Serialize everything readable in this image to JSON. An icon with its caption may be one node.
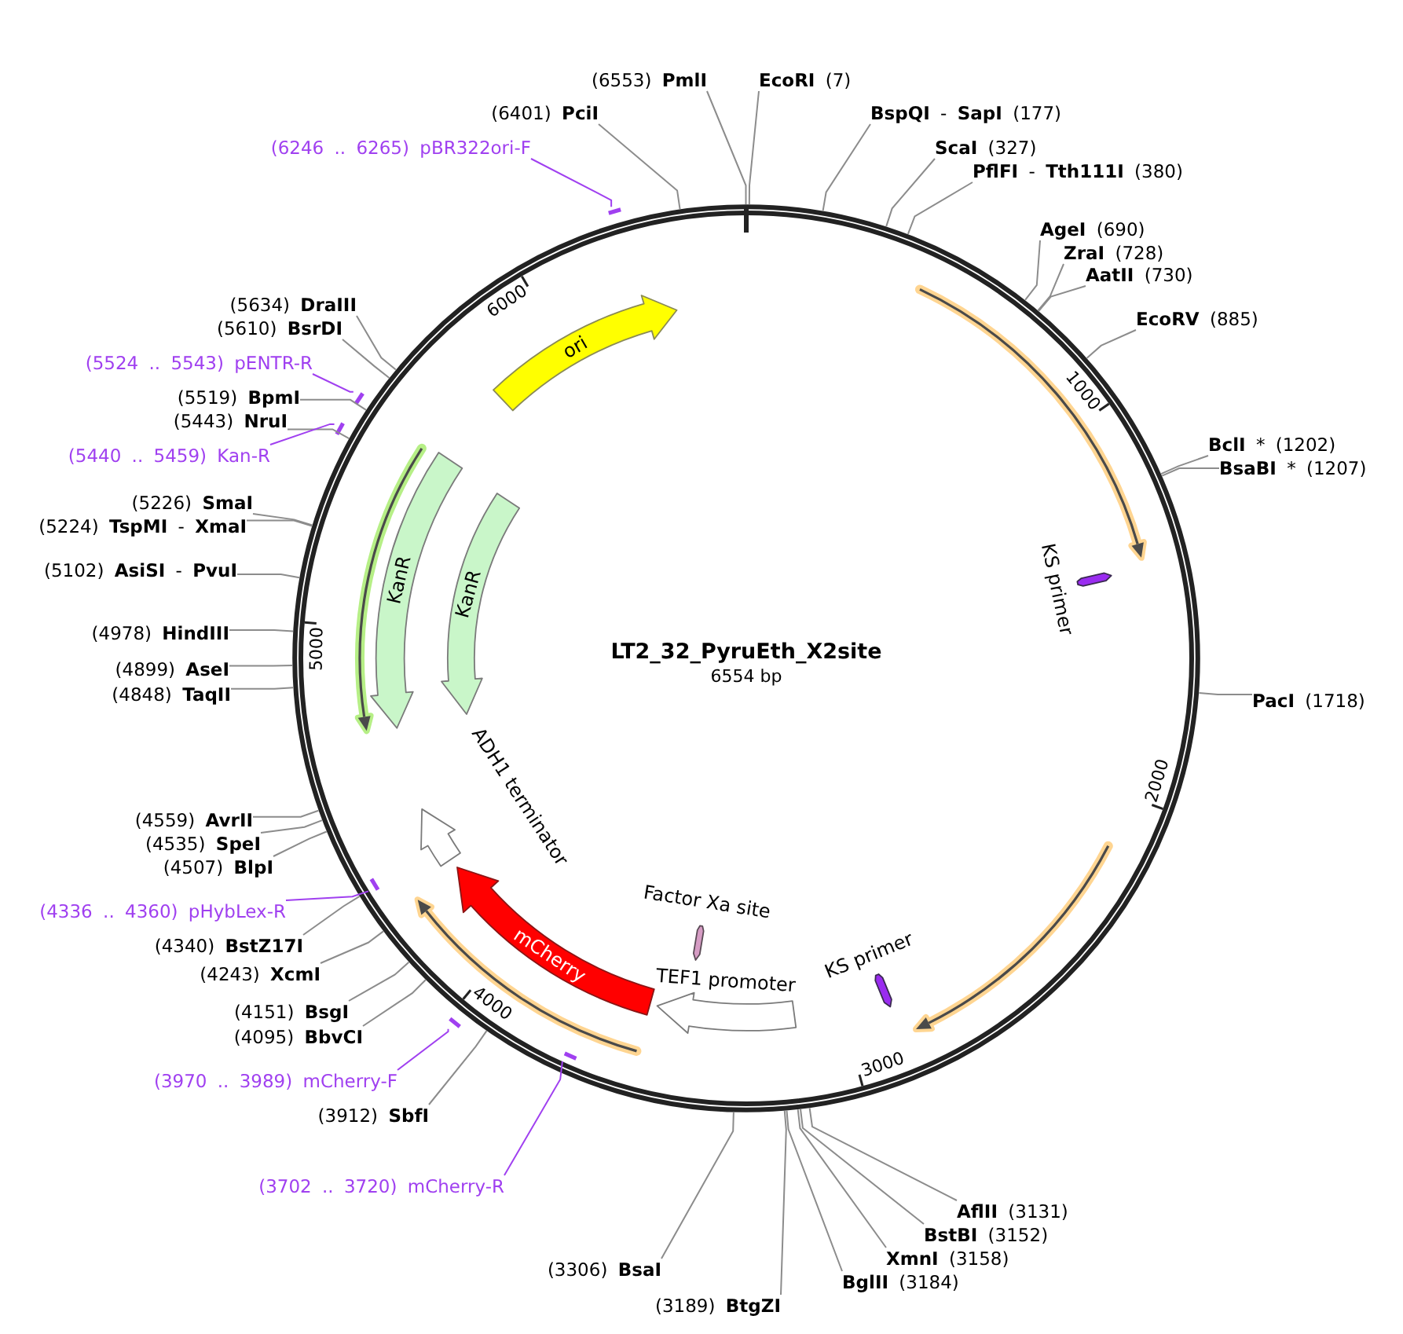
{
  "diagram": {
    "nodes": [
      {
        "text": [
          "LT2_32_PyruEth_X2site",
          "6554 bp"
        ]
      },
      {
        "text": [
          "ori"
        ],
        "in": 0
      },
      {
        "text": [
          "KanR"
        ],
        "in": 0
      },
      {
        "text": [
          "KanR"
        ],
        "in": 0
      },
      {
        "text": [
          "KS primer"
        ],
        "in": 0
      },
      {
        "text": [
          "ADH1 terminator"
        ],
        "in": 0
      },
      {
        "text": [
          "mCherry"
        ],
        "in": 0
      },
      {
        "text": [
          "Factor Xa site"
        ],
        "in": 0
      },
      {
        "text": [
          "TEF1 promoter"
        ],
        "in": 0
      },
      {
        "text": [
          "KS primer"
        ],
        "in": 0
      },
      {
        "text": [
          "(6553) **PmlI**"
        ]
      },
      {
        "text": [
          "**EcoRI** (7)"
        ]
      },
      {
        "text": [
          "(6401) **PciI**"
        ]
      },
      {
        "text": [
          "**BspQI** - **SapI** (177)"
        ]
      },
      {
        "text": [
          "(6246 .. 6265) pBR322ori-F"
        ]
      },
      {
        "text": [
          "**ScaI** (327)"
        ]
      },
      {
        "text": [
          "**PflFI** - **Tth111I** (380)"
        ]
      },
      {
        "text": [
          "**AgeI** (690)"
        ]
      },
      {
        "text": [
          "**ZraI** (728)"
        ]
      },
      {
        "text": [
          "**AatII** (730)"
        ]
      },
      {
        "text": [
          "(5634) **DraIII**"
        ]
      },
      {
        "text": [
          "**EcoRV** (885)"
        ]
      },
      {
        "text": [
          "(5610) **BsrDI**"
        ]
      },
      {
        "text": [
          "(5524 .. 5543) pENTR-R"
        ]
      },
      {
        "text": [
          "(5519) **BpmI**"
        ]
      },
      {
        "text": [
          "(5443) **NruI**"
        ]
      },
      {
        "text": [
          "**BclI** * (1202)"
        ]
      },
      {
        "text": [
          "(5440 .. 5459) Kan-R"
        ]
      },
      {
        "text": [
          "**BsaBI** * (1207)"
        ]
      },
      {
        "text": [
          "(5226) **SmaI**"
        ]
      },
      {
        "text": [
          "(5224) **TspMI** - **XmaI**"
        ]
      },
      {
        "text": [
          "(5102) **AsiSI** - **PvuI**"
        ]
      },
      {
        "text": [
          "(4978) **HindIII**"
        ]
      },
      {
        "text": [
          "(4899) **AseI**"
        ]
      },
      {
        "text": [
          "(4848) **TaqII**"
        ]
      },
      {
        "text": [
          "**PacI** (1718)"
        ]
      },
      {
        "text": [
          "(4559) **AvrII**"
        ]
      },
      {
        "text": [
          "(4535) **SpeI**"
        ]
      },
      {
        "text": [
          "(4507) **BlpI**"
        ]
      },
      {
        "text": [
          "(4336 .. 4360) pHybLex-R"
        ]
      },
      {
        "text": [
          "(4340) **BstZ17I**"
        ]
      },
      {
        "text": [
          "(4243) **XcmI**"
        ]
      },
      {
        "text": [
          "(4151) **BsgI**"
        ]
      },
      {
        "text": [
          "(4095) **BbvCI**"
        ]
      },
      {
        "text": [
          "(3970 .. 3989) mCherry-F"
        ]
      },
      {
        "text": [
          "(3912) **SbfI**"
        ]
      },
      {
        "text": [
          "(3702 .. 3720) mCherry-R"
        ]
      },
      {
        "text": [
          "**AflII** (3131)"
        ]
      },
      {
        "text": [
          "**BstBI** (3152)"
        ]
      },
      {
        "text": [
          "**XmnI** (3158)"
        ]
      },
      {
        "text": [
          "(3306) **BsaI**"
        ]
      },
      {
        "text": [
          "**BglII** (3184)"
        ]
      },
      {
        "text": [
          "(3189) **BtgZI**"
        ]
      },
      {
        "text": [],
        "shape": "bar"
      },
      {
        "text": [],
        "shape": "bar"
      },
      {
        "text": [],
        "shape": "bar"
      },
      {
        "text": [],
        "shape": "bar",
        "in": 0
      },
      {
        "text": [],
        "shape": "bar"
      },
      {
        "text": [],
        "shape": "bar",
        "in": 0
      }
    ],
    "edges": [
      {
        "from": 10,
        "to": 0,
        "arrow": "none"
      },
      {
        "from": 11,
        "to": 0,
        "arrow": "none"
      },
      {
        "from": 12,
        "to": 0,
        "arrow": "none"
      },
      {
        "from": 13,
        "to": 0,
        "arrow": "none"
      },
      {
        "from": 14,
        "to": 53,
        "arrow": "none",
        "color": "#a040f0"
      },
      {
        "from": 15,
        "to": 0,
        "arrow": "none"
      },
      {
        "from": 16,
        "to": 0,
        "arrow": "none"
      },
      {
        "from": 17,
        "to": 0,
        "arrow": "none"
      },
      {
        "from": 18,
        "to": 0,
        "arrow": "none"
      },
      {
        "from": 19,
        "to": 0,
        "arrow": "none"
      },
      {
        "from": 20,
        "to": 0,
        "arrow": "none"
      },
      {
        "from": 21,
        "to": 0,
        "arrow": "none"
      },
      {
        "from": 22,
        "to": 0,
        "arrow": "none"
      },
      {
        "from": 23,
        "to": 54,
        "arrow": "none",
        "color": "#a040f0"
      },
      {
        "from": 24,
        "to": 0,
        "arrow": "none"
      },
      {
        "from": 25,
        "to": 0,
        "arrow": "none"
      },
      {
        "from": 26,
        "to": 0,
        "arrow": "none"
      },
      {
        "from": 27,
        "to": 55,
        "arrow": "none",
        "color": "#a040f0"
      },
      {
        "from": 28,
        "to": 0,
        "arrow": "none"
      },
      {
        "from": 29,
        "to": 0,
        "arrow": "none"
      },
      {
        "from": 30,
        "to": 0,
        "arrow": "none"
      },
      {
        "from": 31,
        "to": 0,
        "arrow": "none"
      },
      {
        "from": 32,
        "to": 0,
        "arrow": "none"
      },
      {
        "from": 33,
        "to": 0,
        "arrow": "none"
      },
      {
        "from": 34,
        "to": 0,
        "arrow": "none"
      },
      {
        "from": 35,
        "to": 0,
        "arrow": "none"
      },
      {
        "from": 36,
        "to": 0,
        "arrow": "none"
      },
      {
        "from": 37,
        "to": 0,
        "arrow": "none"
      },
      {
        "from": 38,
        "to": 0,
        "arrow": "none"
      },
      {
        "from": 39,
        "to": 56,
        "arrow": "none",
        "color": "#a040f0"
      },
      {
        "from": 40,
        "to": 0,
        "arrow": "none"
      },
      {
        "from": 41,
        "to": 0,
        "arrow": "none"
      },
      {
        "from": 42,
        "to": 0,
        "arrow": "none"
      },
      {
        "from": 43,
        "to": 0,
        "arrow": "none"
      },
      {
        "from": 44,
        "to": 57,
        "arrow": "none",
        "color": "#a040f0"
      },
      {
        "from": 45,
        "to": 0,
        "arrow": "none"
      },
      {
        "from": 46,
        "to": 58,
        "arrow": "none",
        "color": "#a040f0"
      },
      {
        "from": 47,
        "to": 0,
        "arrow": "none"
      },
      {
        "from": 48,
        "to": 0,
        "arrow": "none"
      },
      {
        "from": 49,
        "to": 0,
        "arrow": "none"
      },
      {
        "from": 50,
        "to": 0,
        "arrow": "none"
      },
      {
        "from": 51,
        "to": 0,
        "arrow": "none"
      },
      {
        "from": 52,
        "to": 0,
        "arrow": "none"
      }
    ],
    "labels": [
      "6000",
      "1000",
      "5000",
      "2000",
      "4000",
      "3000"
    ]
  }
}
